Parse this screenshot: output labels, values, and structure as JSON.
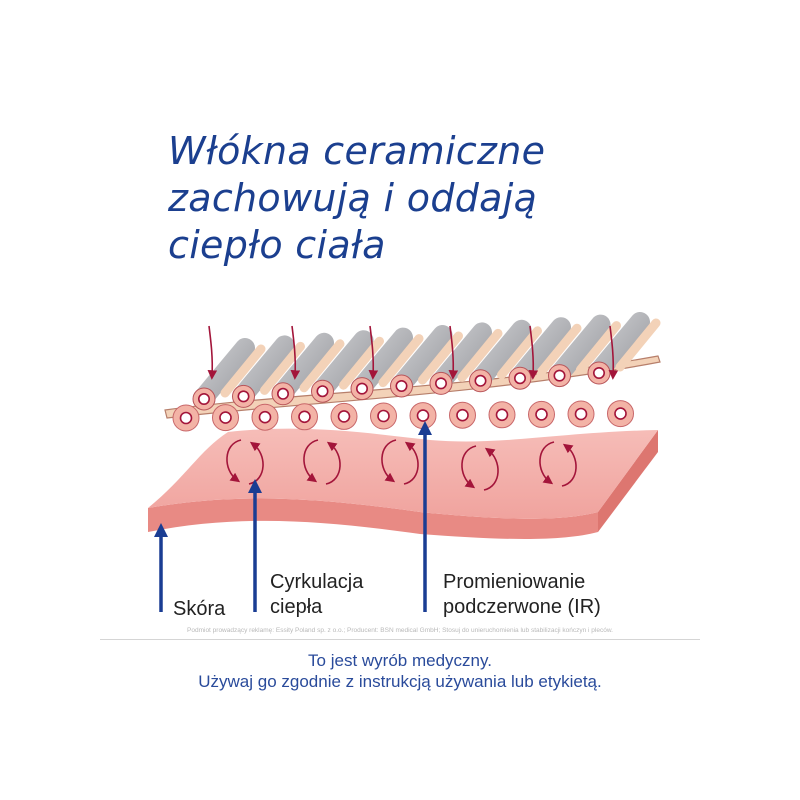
{
  "title": {
    "lines": [
      "Włókna ceramiczne",
      "zachowują i oddają",
      "ciepło ciała"
    ]
  },
  "labels": {
    "skin": "Skóra",
    "circulation": [
      "Cyrkulacja",
      "ciepła"
    ],
    "infrared": [
      "Promieniowanie",
      "podczerwone (IR)"
    ]
  },
  "disclaimer": "Podmiot prowadzący reklamę: Essity Poland sp. z o.o.; Producent: BSN medical GmbH; Stosuj do unieruchomienia lub stabilizacji kończyn i pleców.",
  "footer": {
    "lines": [
      "To jest wyrób medyczny.",
      "Używaj go zgodnie z instrukcją używania lub etykietą."
    ]
  },
  "colors": {
    "title": "#1b3f8f",
    "arrow_blue": "#1a3d93",
    "arrow_red": "#a3153a",
    "skin": "#f0a9a4",
    "skin_edge": "#e3817b",
    "fiber_gray": "#b3b4b8",
    "fabric_peach": "#f3d2b8",
    "fiber_pink": "#f3b3a6",
    "footer_text": "#2a4b9b"
  }
}
